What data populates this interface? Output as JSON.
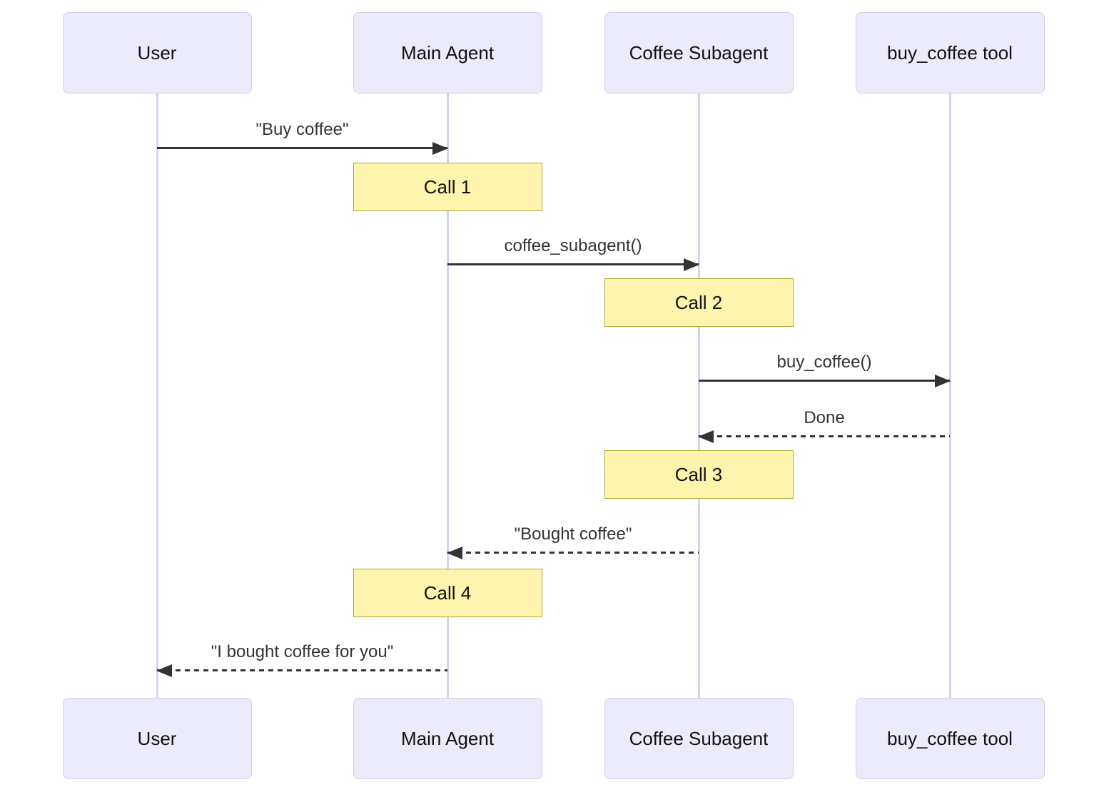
{
  "diagram": {
    "type": "sequence-diagram",
    "actors": [
      {
        "id": "user",
        "label": "User"
      },
      {
        "id": "main-agent",
        "label": "Main Agent"
      },
      {
        "id": "coffee-subagent",
        "label": "Coffee Subagent"
      },
      {
        "id": "buy-coffee-tool",
        "label": "buy_coffee tool"
      }
    ],
    "messages": [
      {
        "from": "User",
        "to": "Main Agent",
        "label": "\"Buy coffee\"",
        "line": "solid",
        "direction": "right"
      },
      {
        "from": "Main Agent",
        "to": "Coffee Subagent",
        "label": "coffee_subagent()",
        "line": "solid",
        "direction": "right"
      },
      {
        "from": "Coffee Subagent",
        "to": "buy_coffee tool",
        "label": "buy_coffee()",
        "line": "solid",
        "direction": "right"
      },
      {
        "from": "buy_coffee tool",
        "to": "Coffee Subagent",
        "label": "Done",
        "line": "dashed",
        "direction": "left"
      },
      {
        "from": "Coffee Subagent",
        "to": "Main Agent",
        "label": "\"Bought coffee\"",
        "line": "dashed",
        "direction": "left"
      },
      {
        "from": "Main Agent",
        "to": "User",
        "label": "\"I bought coffee for you\"",
        "line": "dashed",
        "direction": "left"
      }
    ],
    "notes": [
      {
        "over": "Main Agent",
        "label": "Call 1"
      },
      {
        "over": "Coffee Subagent",
        "label": "Call 2"
      },
      {
        "over": "Coffee Subagent",
        "label": "Call 3"
      },
      {
        "over": "Main Agent",
        "label": "Call 4"
      }
    ],
    "colors": {
      "background": "#FFFFFF",
      "actor_fill": "#ECEBFB",
      "actor_border": "#D5CCEA",
      "lifeline": "#D8D1F0",
      "note_fill": "#FDF5AD",
      "note_border": "#AAAA33",
      "message_text": "#333333",
      "arrow": "#333333"
    }
  }
}
